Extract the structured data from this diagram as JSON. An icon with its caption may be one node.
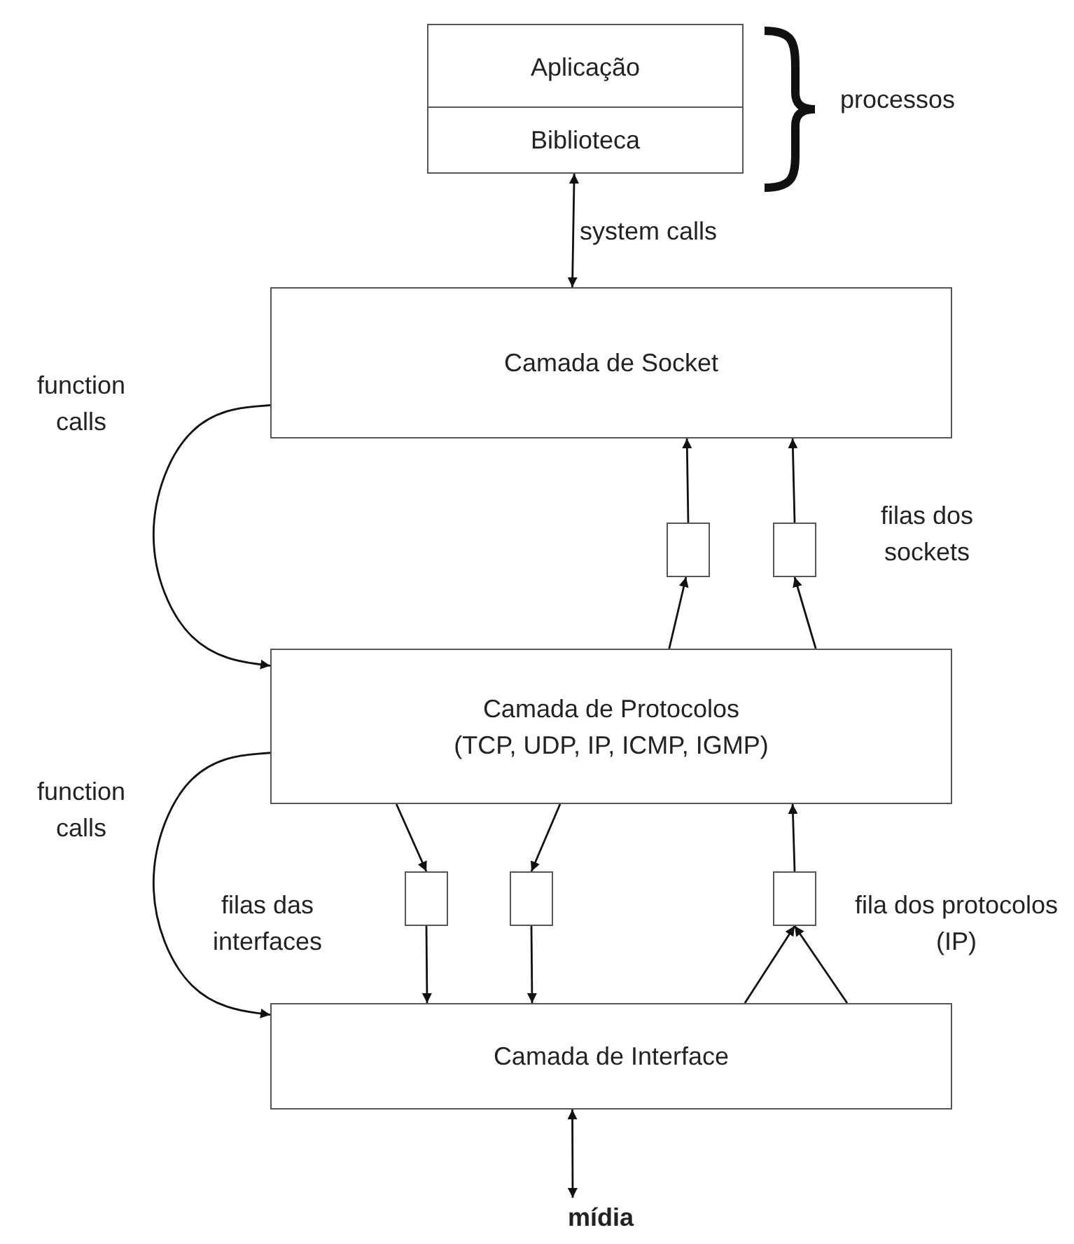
{
  "diagram": {
    "nodes": [
      {
        "text": [
          "Aplicação"
        ]
      },
      {
        "text": [
          "Biblioteca"
        ]
      },
      {
        "text": [
          "Camada de Socket"
        ]
      },
      {
        "text": [],
        "shape": "box"
      },
      {
        "text": [],
        "shape": "box"
      },
      {
        "text": [
          "Camada de Protocolos",
          "(TCP, UDP, IP, ICMP, IGMP)"
        ]
      },
      {
        "text": [],
        "shape": "box"
      },
      {
        "text": [],
        "shape": "box"
      },
      {
        "text": [],
        "shape": "box"
      },
      {
        "text": [
          "Camada de Interface"
        ]
      },
      {
        "text": [
          "mídia"
        ]
      }
    ],
    "edges": [
      {
        "from": 1,
        "to": 2,
        "arrow": "both",
        "label": "system calls"
      },
      {
        "from": 2,
        "to": 5,
        "arrow": "to",
        "label": "function calls"
      },
      {
        "from": 5,
        "to": 3,
        "arrow": "to"
      },
      {
        "from": 3,
        "to": 2,
        "arrow": "to"
      },
      {
        "from": 5,
        "to": 4,
        "arrow": "to"
      },
      {
        "from": 4,
        "to": 2,
        "arrow": "to"
      },
      {
        "from": 5,
        "to": 6,
        "arrow": "to"
      },
      {
        "from": 6,
        "to": 9,
        "arrow": "to"
      },
      {
        "from": 5,
        "to": 7,
        "arrow": "to"
      },
      {
        "from": 7,
        "to": 9,
        "arrow": "to"
      },
      {
        "from": 5,
        "to": 9,
        "arrow": "to",
        "label": "function calls"
      },
      {
        "from": 9,
        "to": 8,
        "arrow": "to"
      },
      {
        "from": 9,
        "to": 8,
        "arrow": "to"
      },
      {
        "from": 8,
        "to": 5,
        "arrow": "to"
      },
      {
        "from": 9,
        "to": 10,
        "arrow": "both"
      }
    ],
    "labels": [
      "processos",
      "filas dos sockets",
      "filas das interfaces",
      "fila dos protocolos (IP)"
    ]
  }
}
